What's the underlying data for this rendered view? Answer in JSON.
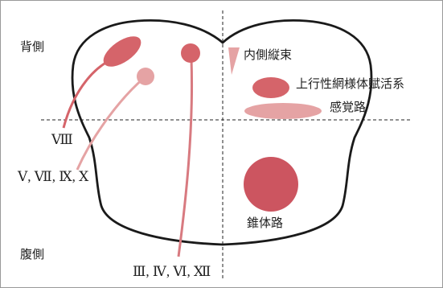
{
  "labels": {
    "dorsal": "背側",
    "ventral": "腹側",
    "mlf": "内側縦束",
    "arasys": "上行性網様体賦活系",
    "sensory": "感覚路",
    "pyramidal": "錐体路",
    "nerve_viii": "Ⅷ",
    "nerve_group_sensory": "Ⅴ, Ⅶ, Ⅸ, Ⅹ",
    "nerve_group_motor": "Ⅲ, Ⅳ, Ⅵ, Ⅻ"
  },
  "colors": {
    "dark_pink": "#d5646a",
    "light_pink": "#e5a3a4",
    "pyramidal": "#cc5560",
    "outline": "#1a1a1a"
  }
}
